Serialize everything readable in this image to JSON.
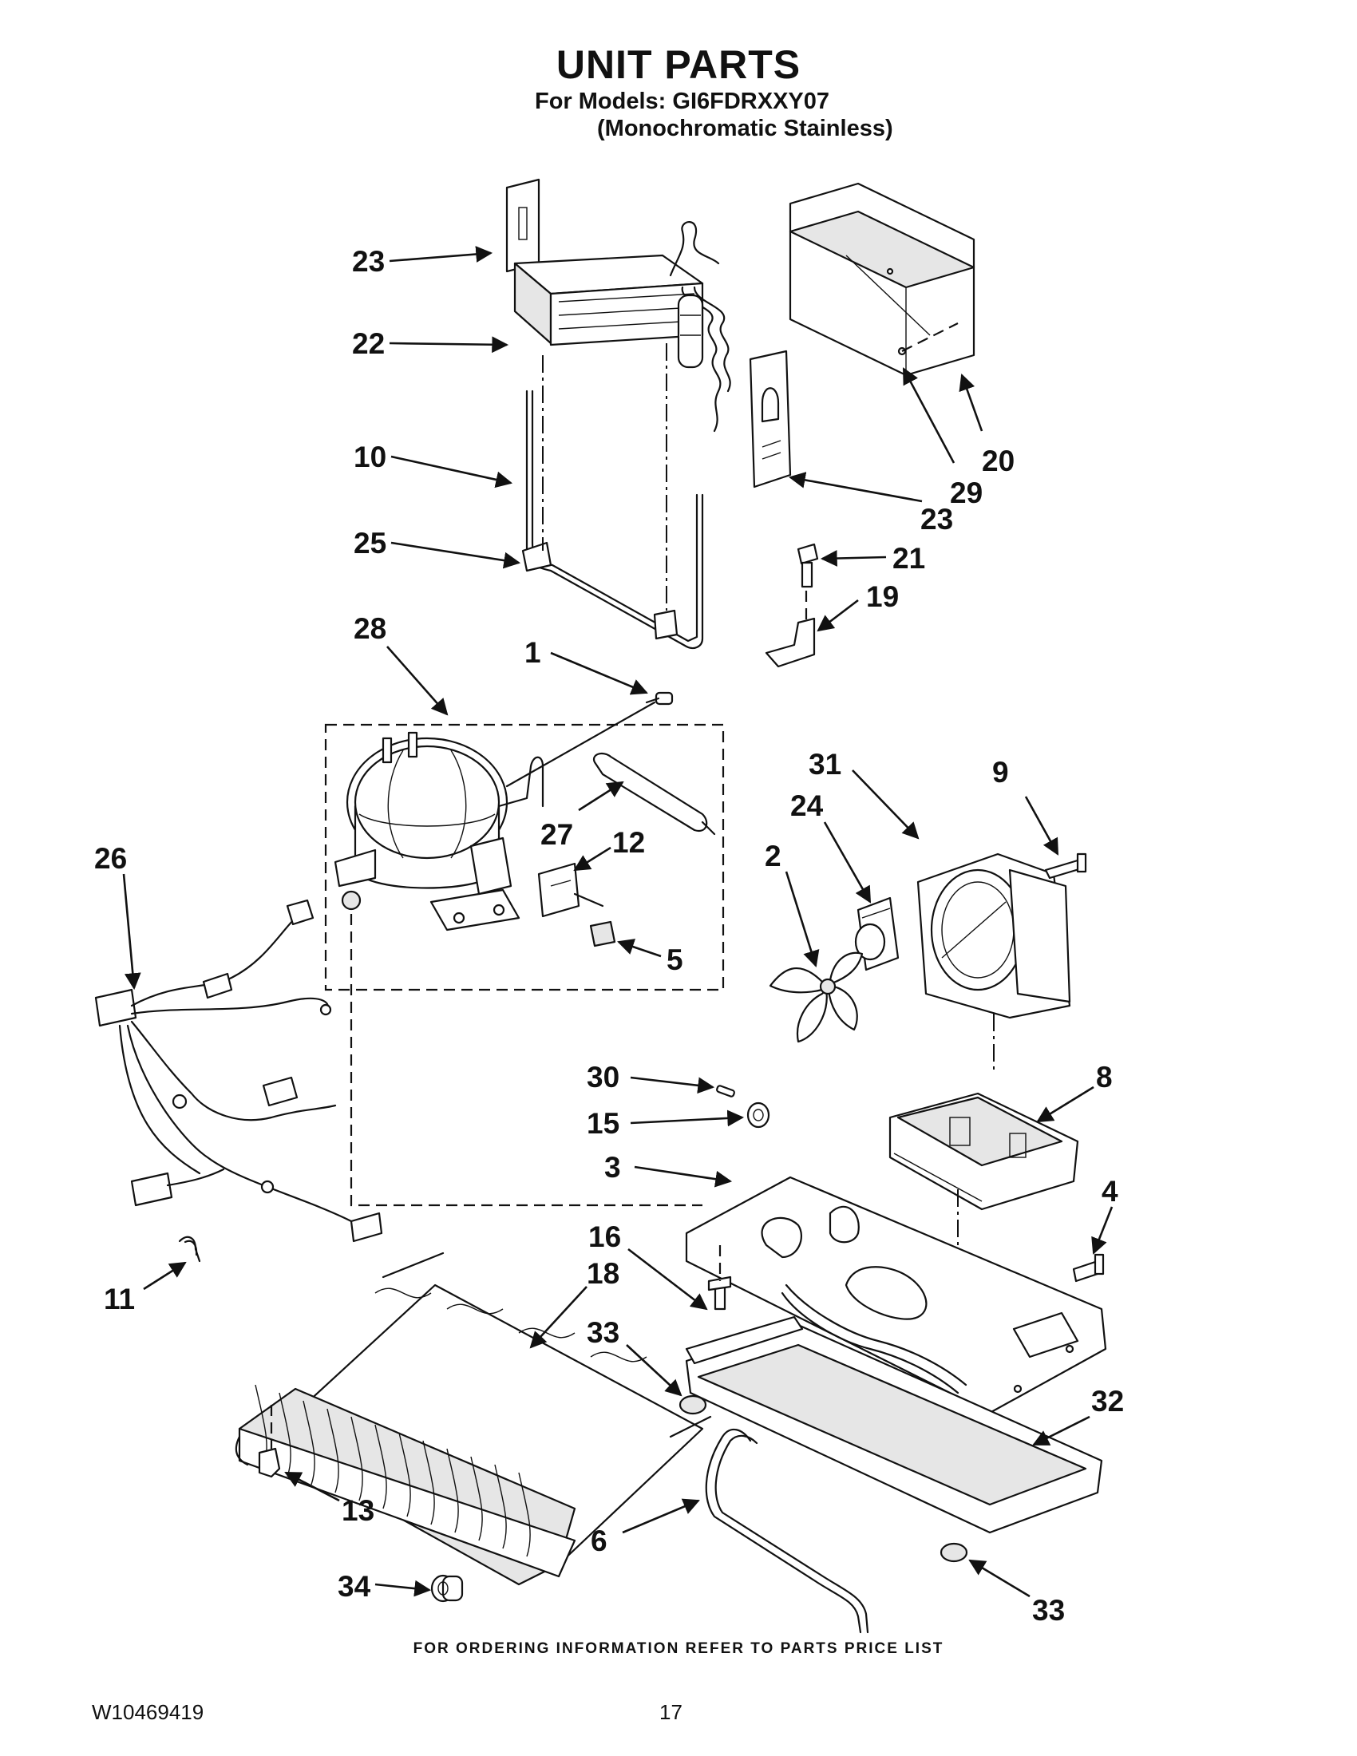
{
  "header": {
    "title": "UNIT PARTS",
    "model_line": "For Models: GI6FDRXXY07",
    "model_variant": "(Monochromatic Stainless)"
  },
  "footer": {
    "ordering_note": "FOR ORDERING INFORMATION REFER TO PARTS PRICE LIST",
    "document_id": "W10469419",
    "page_number": "17"
  },
  "callouts": {
    "c23a": "23",
    "c22": "22",
    "c10": "10",
    "c25": "25",
    "c20": "20",
    "c29": "29",
    "c23b": "23",
    "c21": "21",
    "c19": "19",
    "c28": "28",
    "c1": "1",
    "c27": "27",
    "c12": "12",
    "c5": "5",
    "c26": "26",
    "c31": "31",
    "c9": "9",
    "c24": "24",
    "c2": "2",
    "c30": "30",
    "c15": "15",
    "c3": "3",
    "c8": "8",
    "c4": "4",
    "c16": "16",
    "c18": "18",
    "c11": "11",
    "c33a": "33",
    "c32": "32",
    "c13": "13",
    "c6": "6",
    "c34": "34",
    "c33b": "33"
  }
}
